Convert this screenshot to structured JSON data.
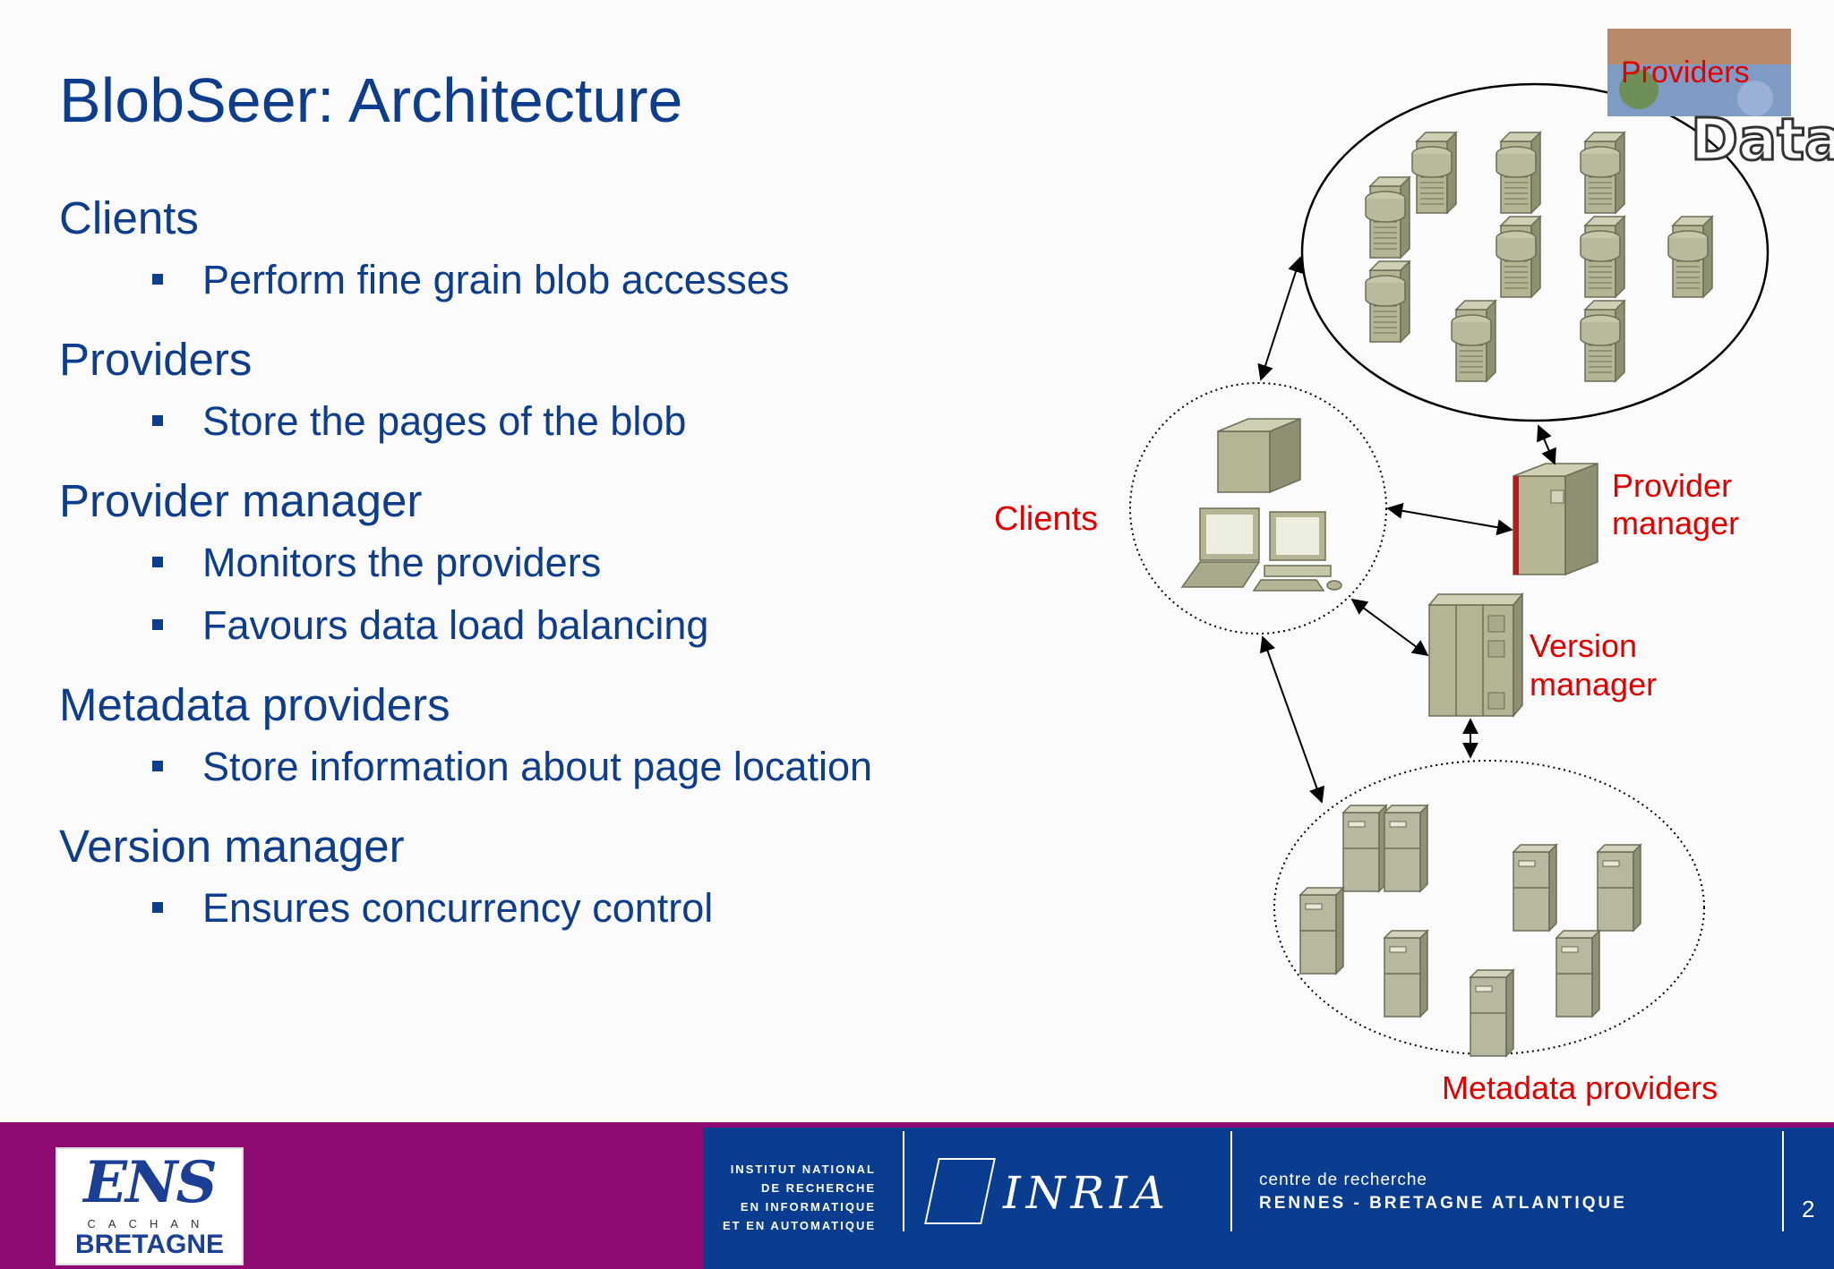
{
  "title": "BlobSeer: Architecture",
  "sections": [
    {
      "heading": "Clients",
      "items": [
        "Perform fine grain blob accesses"
      ]
    },
    {
      "heading": "Providers",
      "items": [
        "Store the pages of the blob"
      ]
    },
    {
      "heading": "Provider manager",
      "items": [
        "Monitors the providers",
        "Favours data load balancing"
      ]
    },
    {
      "heading": "Metadata providers",
      "items": [
        "Store information about page location"
      ]
    },
    {
      "heading": "Version manager",
      "items": [
        "Ensures concurrency control"
      ]
    }
  ],
  "diagram": {
    "clients_label": "Clients",
    "provider_manager_label": [
      "Provider",
      "manager"
    ],
    "version_manager_label": [
      "Version",
      "manager"
    ],
    "metadata_label": "Metadata providers",
    "providers_image_label": "Providers",
    "providers_image_word": "Data"
  },
  "footer": {
    "ens_logo": "ENS",
    "ens_cachan": "CACHAN",
    "ens_bretagne": "BRETAGNE",
    "institute_lines": [
      "INSTITUT NATIONAL",
      "DE RECHERCHE",
      "EN INFORMATIQUE",
      "ET EN AUTOMATIQUE"
    ],
    "inria": "INRIA",
    "centre_line1": "centre de recherche",
    "centre_line2": "RENNES - BRETAGNE ATLANTIQUE",
    "page_number": "2"
  },
  "colors": {
    "title": "#0d3d8c",
    "label_red": "#e00000",
    "footer_magenta": "#8e0b73",
    "footer_blue": "#0a3d8f"
  }
}
